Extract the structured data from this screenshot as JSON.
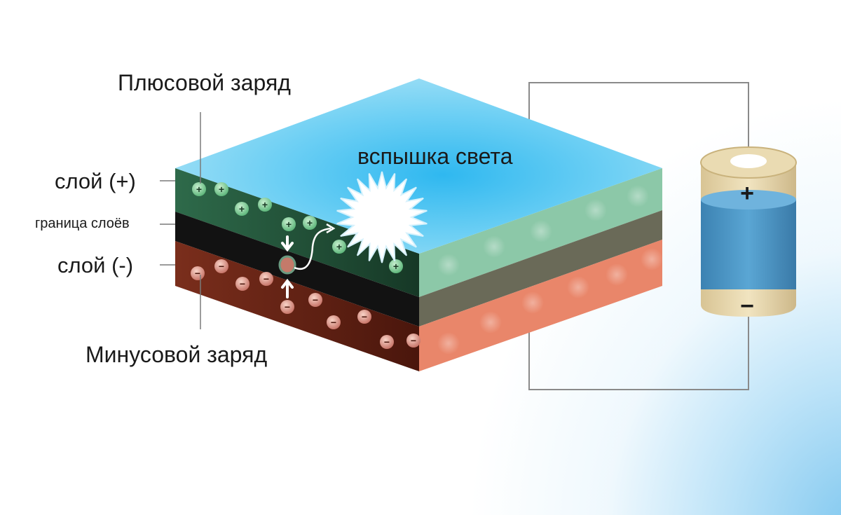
{
  "labels": {
    "plus_charge": "Плюсовой заряд",
    "layer_plus": "слой (+)",
    "layer_boundary": "граница слоёв",
    "layer_minus": "слой (-)",
    "minus_charge": "Минусовой заряд",
    "light_flash": "вспышка света"
  },
  "battery": {
    "plus_sign": "+",
    "minus_sign": "−"
  },
  "charge_symbols": {
    "plus": "+",
    "minus": "−"
  },
  "colors": {
    "top_surface": "#4fc1ee",
    "layer_plus": "#8cc8a8",
    "layer_plus_dark": "#1f4a33",
    "boundary_layer": "#6a6a5a",
    "boundary_dark": "#121212",
    "layer_minus": "#e9866a",
    "layer_minus_dark": "#5a1e12",
    "battery_body": "#4f9ac8",
    "battery_cap": "#e8d6a8",
    "wire": "#8a8a8a"
  }
}
